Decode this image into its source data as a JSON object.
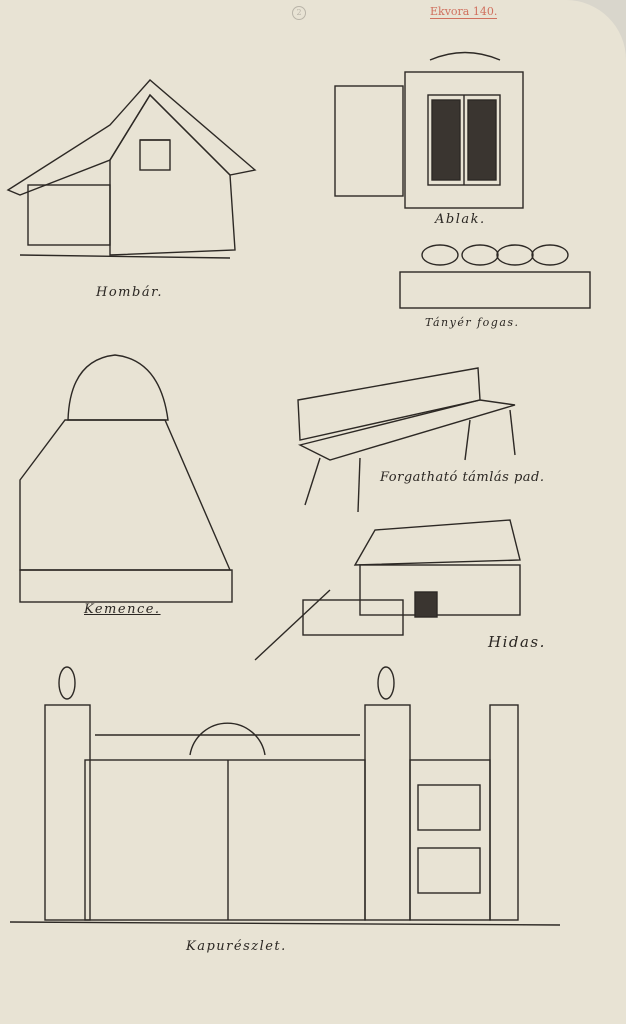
{
  "sheet": {
    "page_number": "2",
    "stamp": "Ekvora 140.",
    "colors": {
      "paper": "#e8e3d4",
      "ink": "#2d2925",
      "stamp": "#d0705e"
    }
  },
  "drawings": [
    {
      "label": "Hombár."
    },
    {
      "label": "Ablak."
    },
    {
      "label": "Tányér fogas."
    },
    {
      "label": "Forgatható támlás pad."
    },
    {
      "label": "Kemence."
    },
    {
      "label": "Hidas."
    },
    {
      "label": "Kapurészlet."
    }
  ]
}
